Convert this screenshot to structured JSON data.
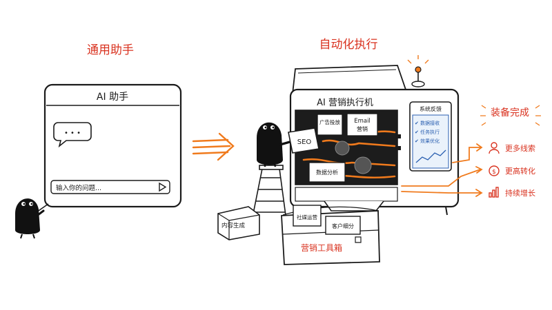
{
  "left_panel": {
    "heading": "通用助手",
    "chat_title": "AI 助手",
    "typing_dots": "• • •",
    "input_placeholder": "输入你的问题...",
    "send_icon": "play-triangle-icon"
  },
  "right_panel": {
    "heading": "自动化执行",
    "machine_title": "AI 营销执行机",
    "inner_boxes": {
      "ads": "广告投放",
      "email_1": "Email",
      "email_2": "营销",
      "data": "数据分析",
      "seo": "SEO"
    },
    "feedback": {
      "title": "系统反馈",
      "items": [
        "✔ 数据接收",
        "✔ 任务执行",
        "✔ 效果优化"
      ]
    },
    "toolbox": {
      "label": "营销工具箱",
      "boxes": [
        "内容生成",
        "社媒运营",
        "客户细分"
      ]
    },
    "outputs": {
      "title": "装备完成",
      "items": [
        {
          "label": "更多线索",
          "icon": "person-icon"
        },
        {
          "label": "更高转化",
          "icon": "dollar-icon"
        },
        {
          "label": "持续增长",
          "icon": "bar-chart-icon"
        }
      ]
    }
  },
  "colors": {
    "red": "#d9321f",
    "orange": "#f07a1c",
    "blue": "#2a5fb0",
    "ink": "#1a1a1a"
  }
}
